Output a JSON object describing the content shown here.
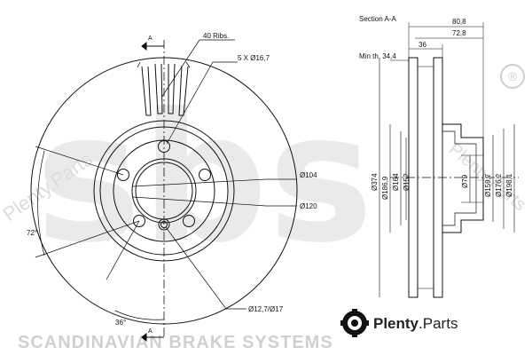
{
  "watermark": {
    "logo_text": "sbs",
    "side_text": "Plenty.Parts",
    "reg_mark": "®",
    "brand_line": "SCANDINAVIAN BRAKE SYSTEMS"
  },
  "plenty_logo": {
    "name": "Plenty",
    "dot": ".",
    "suffix": "Parts"
  },
  "front_view": {
    "section_marker_top": "A",
    "section_marker_bottom": "A",
    "ribs": "40 Ribs.",
    "bolt_holes": "5 X Ø16,7",
    "dia_104": "Ø104",
    "dia_120": "Ø120",
    "hole_dia": "Ø12,7/Ø17",
    "angle_72": "72°",
    "angle_36": "36°"
  },
  "section_view": {
    "title": "Section A-A",
    "width_total": "80,8",
    "width_728": "72,8",
    "width_36": "36",
    "min_thickness": "Min th. 34,4",
    "dia_374": "Ø374",
    "dia_1869": "Ø186,9",
    "dia_164": "Ø164",
    "dia_152": "Ø152",
    "dia_79": "Ø79",
    "dia_1597": "Ø159,7",
    "dia_1762": "Ø176,2",
    "dia_1981": "Ø198,1"
  }
}
